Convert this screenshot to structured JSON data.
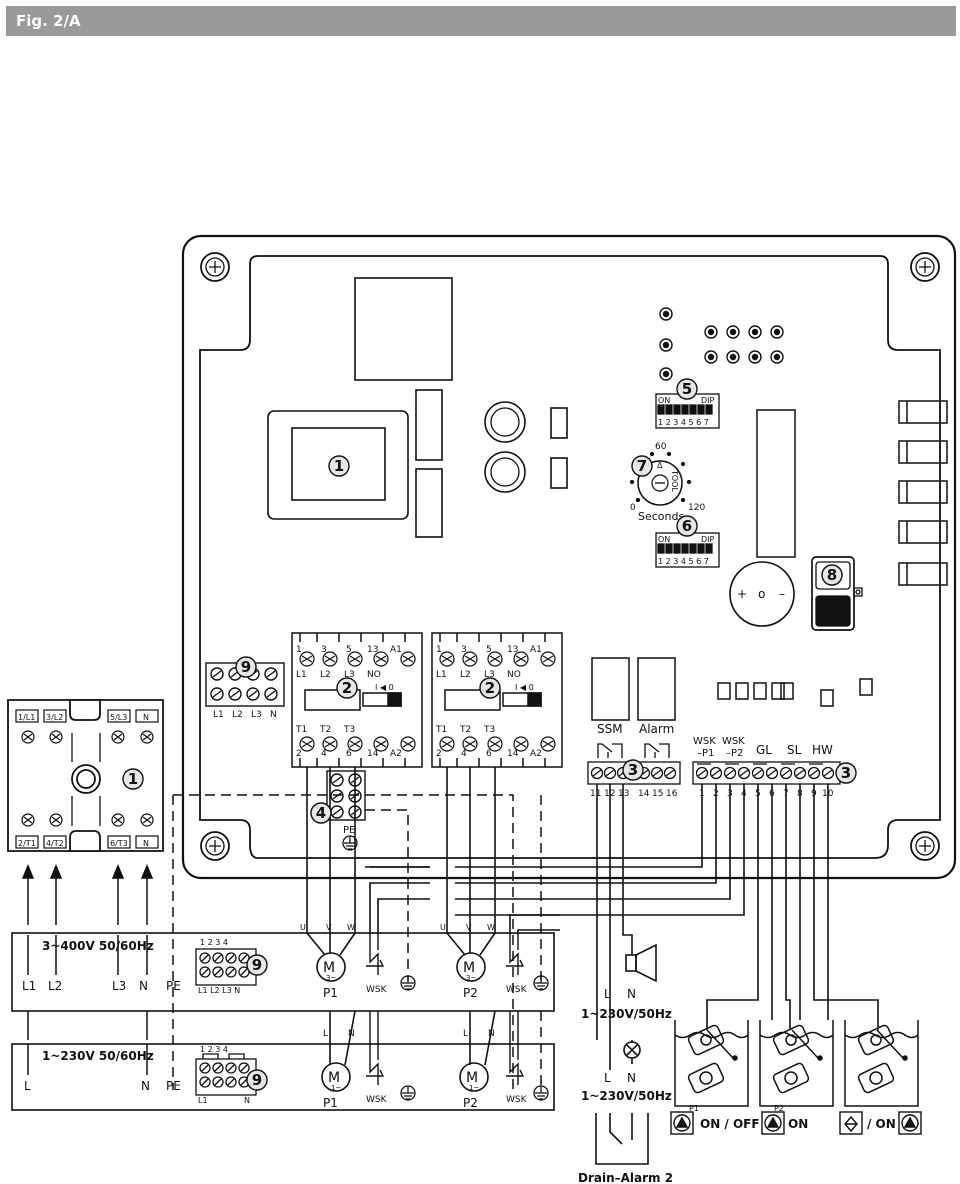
{
  "header": {
    "title": "Fig. 2/A"
  },
  "callouts": {
    "c1": "1",
    "c2": "2",
    "c3": "3",
    "c4": "4",
    "c5": "5",
    "c6": "6",
    "c7": "7",
    "c8": "8",
    "c9": "9"
  },
  "dip": {
    "on": "ON",
    "dip": "DIP",
    "nums": "1 2 3 4 5 6 7"
  },
  "timer": {
    "t60": "60",
    "t0": "0",
    "t120": "120",
    "seconds": "Seconds",
    "tool": "TOOL",
    "delta": "Δ"
  },
  "buzzer": {
    "plus": "+",
    "minus": "–",
    "mid": "o"
  },
  "contactor": {
    "top_nums": [
      "1",
      "3",
      "5",
      "13",
      "A1"
    ],
    "top_lbls": [
      "L1",
      "L2",
      "L3",
      "NO"
    ],
    "bot_lbls": [
      "T1",
      "T2",
      "T3"
    ],
    "bot_nums": [
      "2",
      "4",
      "6",
      "14",
      "A2"
    ],
    "switch": "I ◀ 0"
  },
  "mains_block": {
    "lbls": [
      "L1",
      "L2",
      "L3",
      "N"
    ]
  },
  "pe_block": {
    "pe": "PE"
  },
  "relays": {
    "ssm": "SSM",
    "alarm": "Alarm",
    "nums": [
      "11",
      "12",
      "13",
      "14",
      "15",
      "16"
    ]
  },
  "inputs": {
    "wsk_p1_a": "WSK",
    "wsk_p1_b": "–P1",
    "wsk_p2_a": "WSK",
    "wsk_p2_b": "–P2",
    "gl": "GL",
    "sl": "SL",
    "hw": "HW",
    "nums": [
      "1",
      "2",
      "3",
      "4",
      "5",
      "6",
      "7",
      "8",
      "9",
      "10"
    ]
  },
  "main_switch": {
    "top": [
      "1/L1",
      "3/L2",
      "5/L3",
      "N"
    ],
    "bottom": [
      "2/T1",
      "4/T2",
      "6/T3",
      "N"
    ]
  },
  "supply_3ph": {
    "title": "3~400V 50/60Hz",
    "L1": "L1",
    "L2": "L2",
    "L3": "L3",
    "N": "N",
    "PE": "PE",
    "term_nums": "1   2   3   4",
    "term_lbls": "L1  L2  L3  N"
  },
  "supply_1ph": {
    "title": "1~230V 50/60Hz",
    "L": "L",
    "N": "N",
    "PE": "PE",
    "term_nums": "1   2   3   4",
    "term_l1": "L1",
    "term_n": "N"
  },
  "motors": {
    "m": "M",
    "three": "3~",
    "one": "1~",
    "p1": "P1",
    "p2": "P2",
    "wsk": "WSK",
    "u": "U",
    "v": "V",
    "w": "W",
    "l": "L",
    "n": "N"
  },
  "alarm_out": {
    "l": "L",
    "n": "N",
    "v1": "1~230V/50Hz",
    "l2": "L",
    "n2": "N",
    "v2": "1~230V/50Hz",
    "drain": "Drain–Alarm 2"
  },
  "legends": {
    "p1": "P1",
    "p2": "P2",
    "on_off": "ON / OFF",
    "on": "ON",
    "slash_on": "/ ON"
  }
}
